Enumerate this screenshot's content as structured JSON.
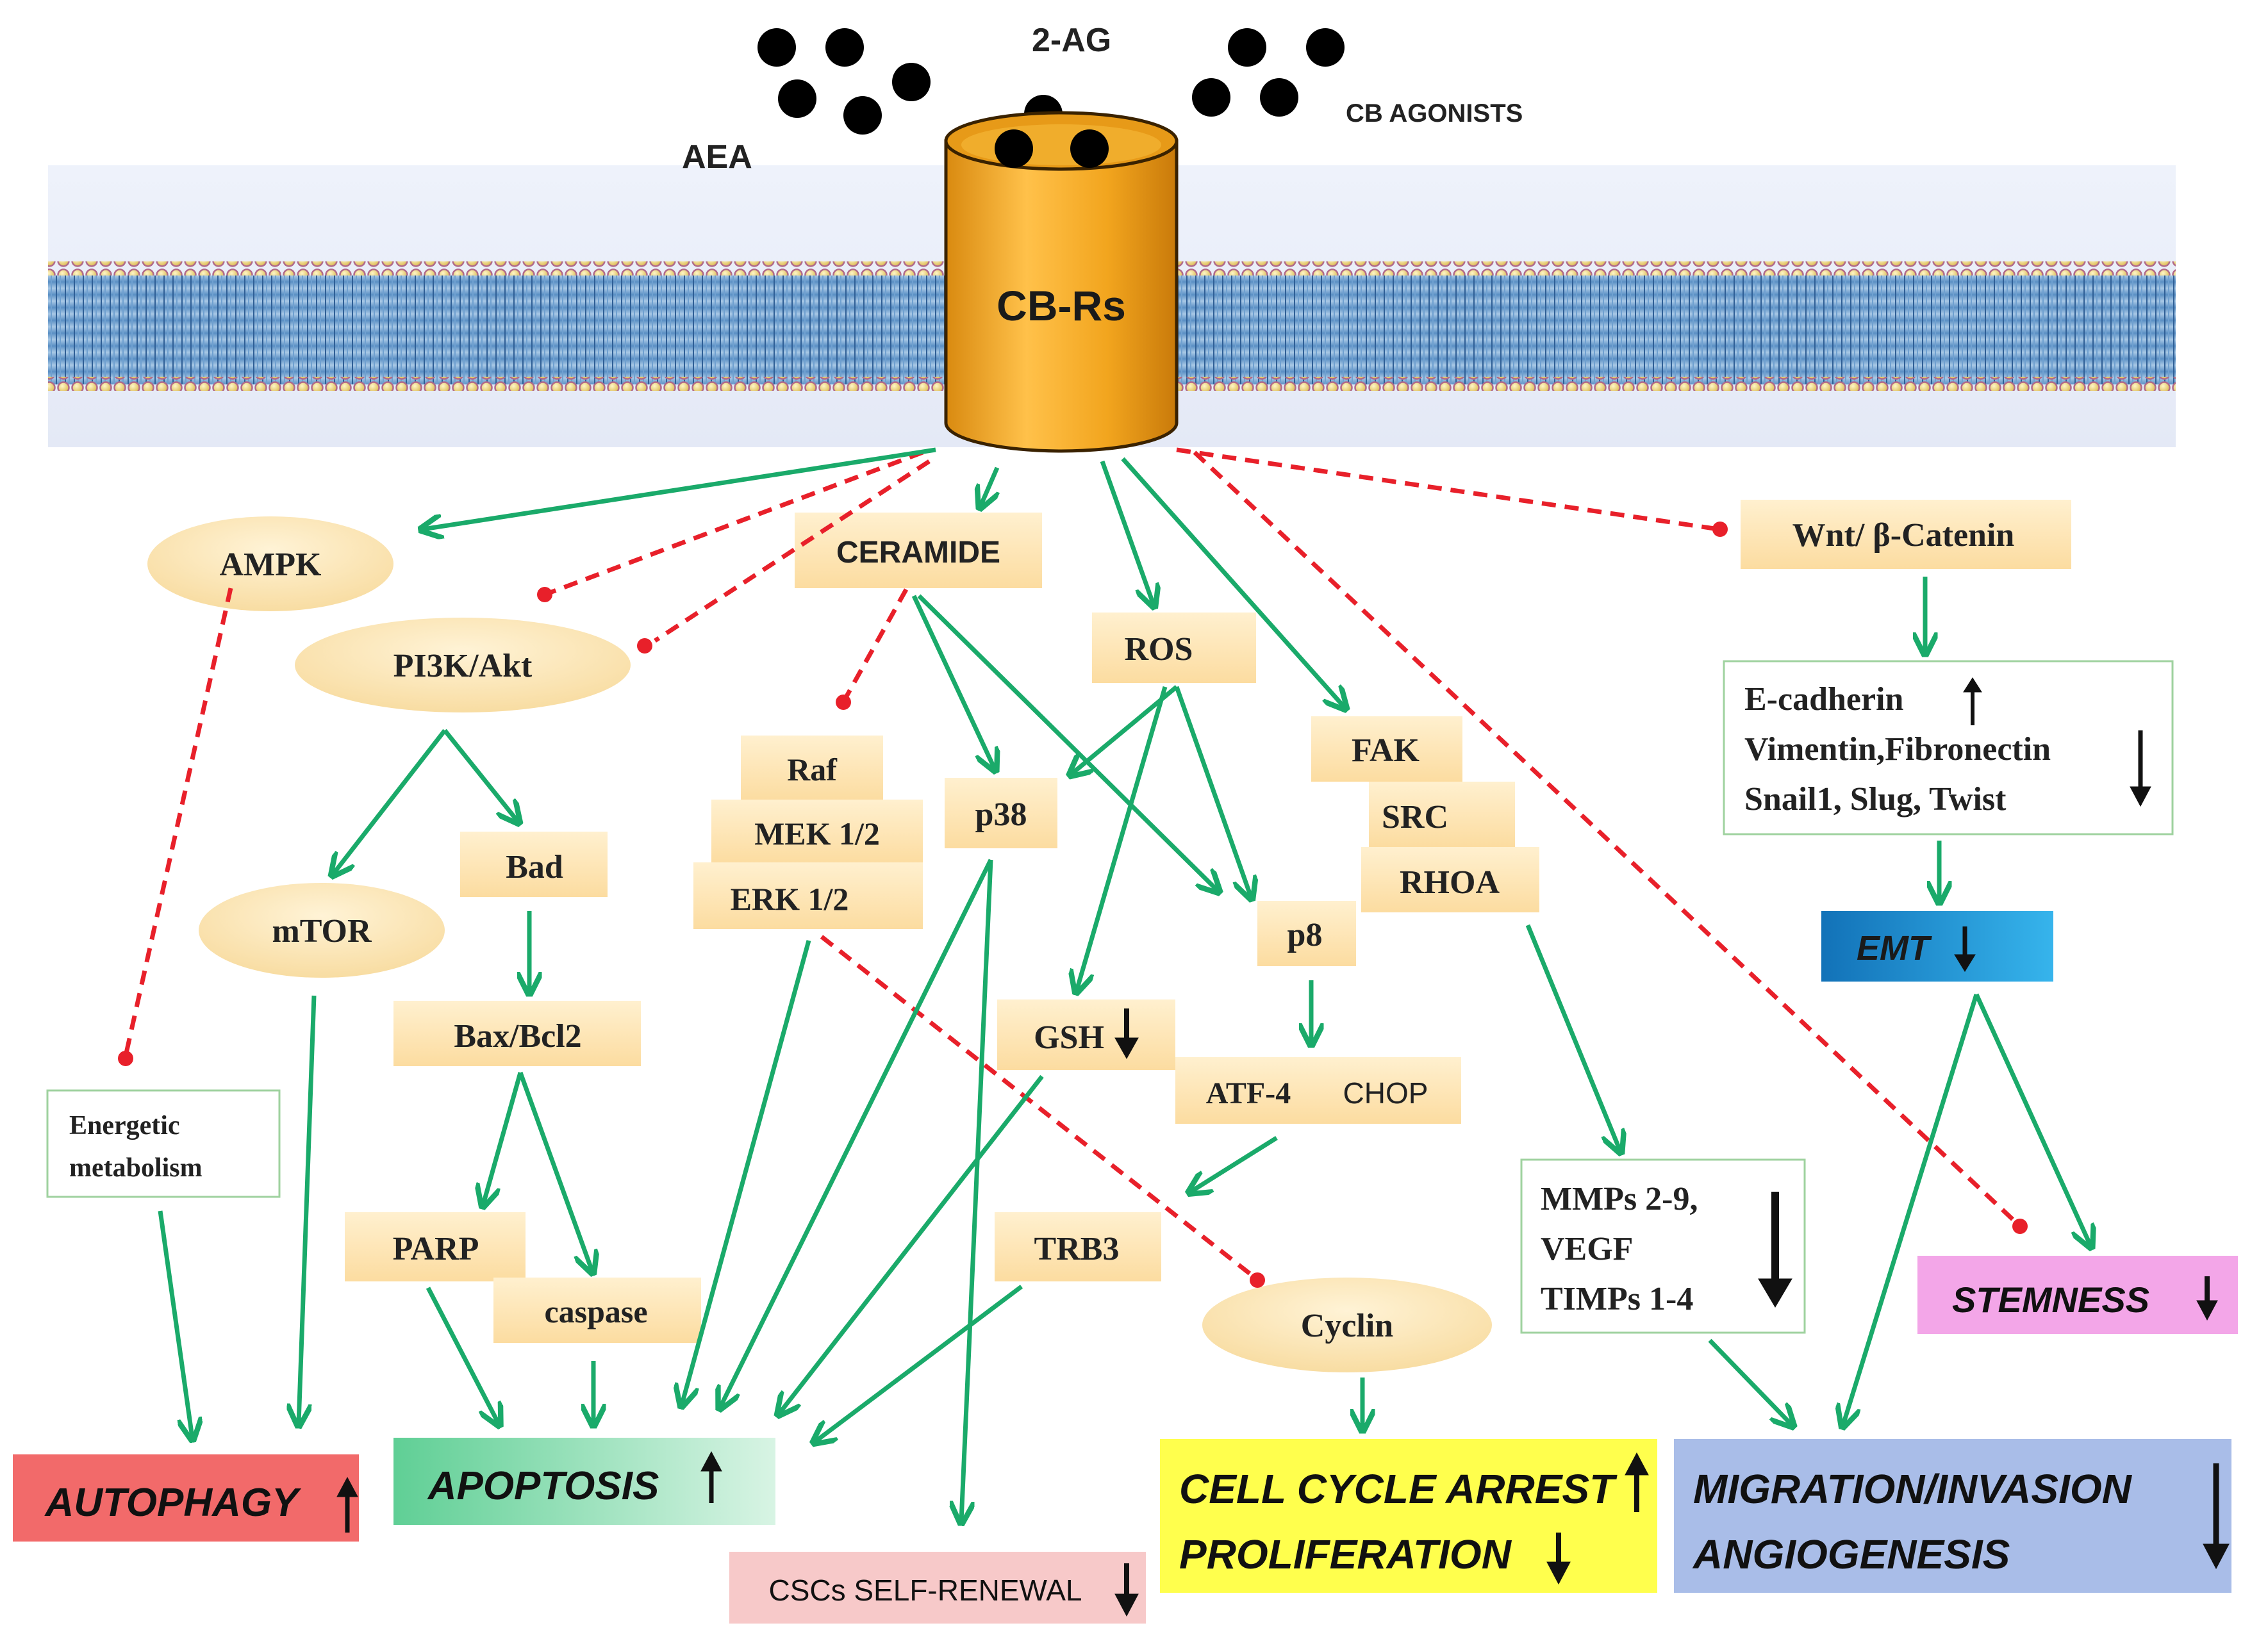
{
  "ligands": {
    "aea": "AEA",
    "two_ag": "2-AG",
    "cb_agonists": "CB AGONISTS"
  },
  "receptor": {
    "label": "CB-Rs"
  },
  "nodes": {
    "ampk": "AMPK",
    "pi3k_akt": "PI3K/Akt",
    "ceramide": "CERAMIDE",
    "ros": "ROS",
    "wnt": "Wnt/ β-Catenin",
    "raf": "Raf",
    "mek": "MEK 1/2",
    "erk": "ERK 1/2",
    "p38": "p38",
    "fak": "FAK",
    "src": "SRC",
    "rhoa": "RHOA",
    "mtor": "mTOR",
    "bad": "Bad",
    "bax_bcl2": "Bax/Bcl2",
    "p8": "p8",
    "gsh": "GSH",
    "atf4": "ATF-4",
    "chop": "CHOP",
    "energetic_line1": "Energetic",
    "energetic_line2": "metabolism",
    "parp": "PARP",
    "caspase": "caspase",
    "trb3": "TRB3",
    "cyclin": "Cyclin",
    "mmps_line1": "MMPs 2-9,",
    "mmps_line2": "VEGF",
    "mmps_line3": "TIMPs 1-4",
    "ecad_line1": "E-cadherin",
    "ecad_line2": "Vimentin,Fibronectin",
    "ecad_line3": "Snail1, Slug, Twist",
    "emt": "EMT"
  },
  "outcomes": {
    "autophagy": "AUTOPHAGY",
    "apoptosis": "APOPTOSIS",
    "csc": "CSCs SELF-RENEWAL",
    "cell_cycle_line1": "CELL CYCLE ARREST",
    "cell_cycle_line2": "PROLIFERATION",
    "migration_line1": "MIGRATION/INVASION",
    "migration_line2": "ANGIOGENESIS",
    "stemness": "STEMNESS"
  },
  "colors": {
    "activation_arrow": "#1aaa6a",
    "inhibition_line": "#e8202a",
    "node_fill": "#fde3b0",
    "autophagy_box": "#f26a6a",
    "apoptosis_box": "#7fd9a8",
    "csc_box": "#f7c9c9",
    "cell_cycle_box": "#ffff4d",
    "migration_box": "#a9bde8",
    "stemness_box": "#f3a6e8",
    "emt_box": "#1f8fd0",
    "receptor": "#f2a51e"
  }
}
